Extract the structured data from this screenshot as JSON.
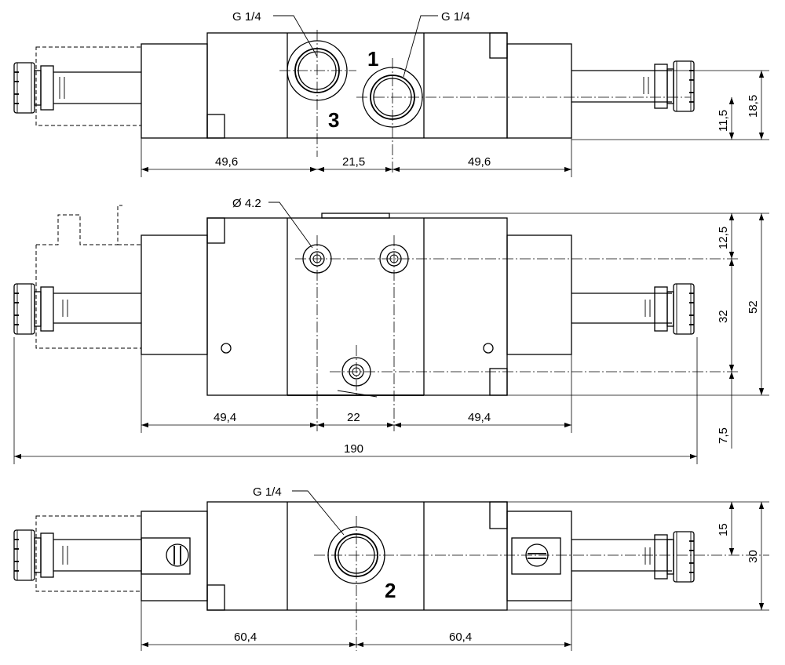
{
  "views": {
    "top": {
      "callout_left": "G 1/4",
      "callout_right": "G 1/4",
      "port_1": "1",
      "port_3": "3",
      "dim_left": "49,6",
      "dim_mid": "21,5",
      "dim_right": "49,6",
      "dim_v_small": "11,5",
      "dim_v_large": "18,5"
    },
    "middle": {
      "callout_hole": "Ø 4.2",
      "dim_left": "49,4",
      "dim_mid": "22",
      "dim_right": "49,4",
      "dim_total": "190",
      "dim_v_top": "12,5",
      "dim_v_mid": "32",
      "dim_v_total": "52",
      "dim_v_bottom": "7,5"
    },
    "bottom": {
      "callout": "G 1/4",
      "port_2": "2",
      "dim_left": "60,4",
      "dim_right": "60,4",
      "dim_v_small": "15",
      "dim_v_large": "30"
    }
  }
}
